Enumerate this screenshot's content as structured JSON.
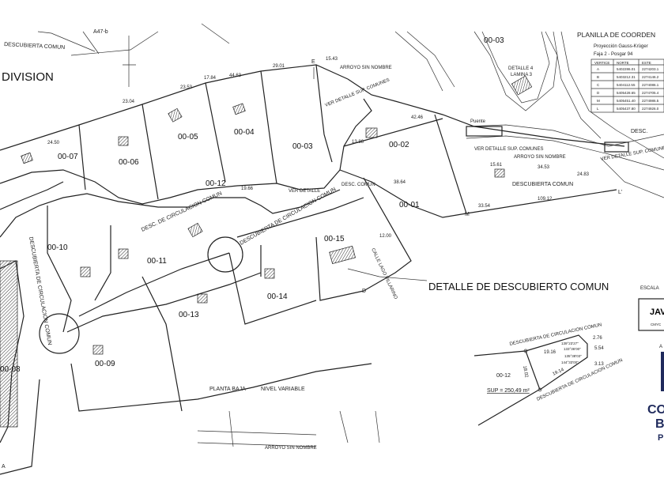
{
  "title": "DIVISION",
  "top_labels": {
    "descubierta_comun": "DESCUBIERTA COMUN",
    "parcel_ref": "A47-b"
  },
  "lots": [
    "00-01",
    "00-02",
    "00-03",
    "00-04",
    "00-05",
    "00-06",
    "00-07",
    "00-08",
    "00-09",
    "00-10",
    "00-11",
    "00-12",
    "00-13",
    "00-14",
    "00-15"
  ],
  "detail_lot": "00-03",
  "annotations": {
    "desc_circ_comun": "DESC. DE CIRCULACION COMUN",
    "descubierta_circ": "DESCUBIERTA DE CIRCULACION COMUN",
    "ver_detalle": "VER DETALLE",
    "desc_comun": "DESC. COMUN",
    "calle": "CALLE LAGO VILLARINO",
    "arroyo": "ARROYO SIN NOMBRE",
    "ver_detalle_sup": "VER DETALLE SUP. COMUNES",
    "descubierta_comun": "DESCUBIERTA COMUN",
    "planta_baja": "PLANTA BAJA",
    "nivel_variable": "NIVEL VARIABLE",
    "detalle_4": "DETALLE 4",
    "lamina_3": "LAMINA 3",
    "desc_short": "DESC.",
    "puente": "Puente"
  },
  "vertex_letters": {
    "e": "E",
    "l": "L'",
    "m": "M",
    "d": "D",
    "a": "A"
  },
  "measures": [
    "24.50",
    "17.84",
    "23.04",
    "23.53",
    "44.63",
    "29.01",
    "15.43",
    "42.46",
    "34.53",
    "24.83",
    "109.12",
    "13.86",
    "33.54",
    "15.61",
    "12.00",
    "38.64",
    "19.66"
  ],
  "detail": {
    "title": "DETALLE DE DESCUBIERTO COMUN",
    "scale": "ESCALA",
    "top_road": "DESCUBIERTA DE CIRCULACION COMUN",
    "bottom_road": "DESCUBIERTA DE CIRCULACION COMUN",
    "lot": "00-12",
    "area": "SUP = 250,49 m²",
    "sides": [
      "19.16",
      "19.14",
      "18.02",
      "2.76",
      "5.54",
      "3.13"
    ],
    "angles": [
      "139°23'27\"",
      "133°36'00\"",
      "135°38'03\"",
      "144°33'00\""
    ]
  },
  "coords": {
    "title": "PLANILLA DE COORDEN",
    "projection": "Proyección Gauss-Krüger",
    "zone": "Faja 2 - Posgar 94",
    "headers": [
      "VERTICE",
      "NORTE",
      "ESTE"
    ],
    "rows": [
      [
        "A",
        "5402286.01",
        "2274203.1"
      ],
      [
        "B",
        "5403212.31",
        "2274146.2"
      ],
      [
        "C",
        "5404112.55",
        "2274086.1"
      ],
      [
        "D",
        "5405428.65",
        "2274705.4"
      ],
      [
        "M",
        "5405451.40",
        "2274986.5"
      ],
      [
        "L",
        "5405437.80",
        "2274926.0"
      ]
    ]
  },
  "title_block": {
    "name": "JAV",
    "subtitle": "CMYC",
    "small": "A"
  },
  "logo": {
    "line1": "CO",
    "line2": "B",
    "line3": "P"
  },
  "colors": {
    "logo": "#1f2a5c",
    "lines": "#222222"
  }
}
